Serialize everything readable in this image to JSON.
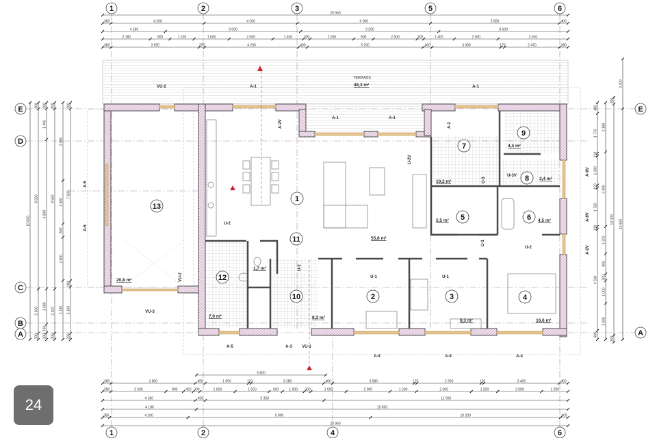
{
  "page_badge": "24",
  "terrace": {
    "label": "TERRASS",
    "area": "49,3 m²"
  },
  "axes": {
    "top": [
      "1",
      "2",
      "3",
      "5",
      "6"
    ],
    "bottom": [
      "1",
      "2",
      "4",
      "6"
    ],
    "left": [
      "E",
      "D",
      "C",
      "B",
      "A"
    ],
    "right": [
      "E",
      "A"
    ]
  },
  "rooms": [
    {
      "num": "13",
      "area": "20,8 m²"
    },
    {
      "num": "1",
      "area": "55,8 m²"
    },
    {
      "num": "11"
    },
    {
      "num": "12",
      "area": "7,0 m²"
    },
    {
      "num": "10",
      "area": "8,3 m²"
    },
    {
      "num": "2"
    },
    {
      "num": "3",
      "area": "9,3 m²"
    },
    {
      "num": "4",
      "area": "16,6 m²"
    },
    {
      "num": "5",
      "area": "5,5 m²"
    },
    {
      "num": "6",
      "area": "4,5 m²"
    },
    {
      "num": "7",
      "area": "10,2 m²"
    },
    {
      "num": "8",
      "area": "3,4 m²"
    },
    {
      "num": "9",
      "area": "4,4 m²"
    }
  ],
  "wc_area": "1,7 m²",
  "tags": [
    "VU-2",
    "A-1",
    "A-1",
    "A-2V",
    "A-1",
    "A-1",
    "A-2",
    "U-2V",
    "U-3",
    "U-3V",
    "A-6V",
    "A-6V",
    "A-2V",
    "U-2",
    "U-1",
    "U-1",
    "U-1",
    "U-2",
    "U-2",
    "VU-2",
    "VU-3",
    "A-5",
    "A-5",
    "A-5",
    "A-3",
    "VU-1",
    "A-4",
    "A-4",
    "A-4"
  ],
  "dimensions": {
    "t1": [
      "20 960"
    ],
    "t2": [
      "380",
      "4 200",
      "4 200",
      "6 000",
      "5 800",
      "400"
    ],
    "t3": [
      "4 180",
      "9 000",
      "9 200",
      "8 600"
    ],
    "t4": [
      "2 180",
      "900",
      "1 100",
      "1 600",
      "2 000",
      "1 400",
      "300",
      "2 000",
      "900",
      "2 000",
      "300",
      "1 400",
      "2 000",
      "3 200"
    ],
    "t5": [
      "380",
      "3 950",
      "250",
      "4 200",
      "400",
      "5 200",
      "400",
      "3 080",
      "170",
      "2 470",
      "380"
    ],
    "b0": [
      "5 800"
    ],
    "b1": [
      "380",
      "3 800",
      "450",
      "1 950",
      "120",
      "3 280",
      "400",
      "3 680",
      "120",
      "2 900",
      "120",
      "3 400",
      "400"
    ],
    "b2": [
      "380",
      "2 500",
      "800",
      "450",
      "300",
      "1 600",
      "1 550",
      "600",
      "1 000",
      "300",
      "1 600",
      "2 000",
      "1 200",
      "2 500",
      "1 200",
      "2 000",
      "1 200"
    ],
    "b3": [
      "4 180",
      "450",
      "5 350",
      "11 000"
    ],
    "b4": [
      "4 180",
      "16 600"
    ],
    "b5": [
      "380",
      "4 200",
      "9 800",
      "10 200",
      "400"
    ],
    "b6": [
      "20 960"
    ],
    "l1": [
      "10 600"
    ],
    "l2": [
      "300",
      "8 560",
      "2 100",
      "300"
    ],
    "l3": [
      "280",
      "1 400",
      "6 800",
      "1 600",
      "400",
      "300"
    ],
    "l4": [
      "300",
      "8 560",
      "2 100",
      "300"
    ],
    "l5": [
      "2 880",
      "1 600",
      "500",
      "1 600",
      "2 180"
    ],
    "l6": [
      "280",
      "7 800",
      "280",
      "2 100",
      "280"
    ],
    "r1": [
      "480",
      "1 770",
      "120",
      "1 300",
      "120",
      "1 720",
      "120",
      "4 500",
      "400"
    ],
    "r2": [
      "2 180",
      "3 300",
      "1 200",
      "900",
      "300",
      "1 000",
      "1 600"
    ],
    "r3": [
      "300",
      "10 000",
      "300"
    ],
    "r4": [
      "2 300",
      "10 600"
    ]
  },
  "colors": {
    "wall": "#4a4a4a",
    "hatch": "#c9a3c4",
    "window": "#e6c38c",
    "grid": "#a98aa8",
    "marker": "#d0202a"
  }
}
